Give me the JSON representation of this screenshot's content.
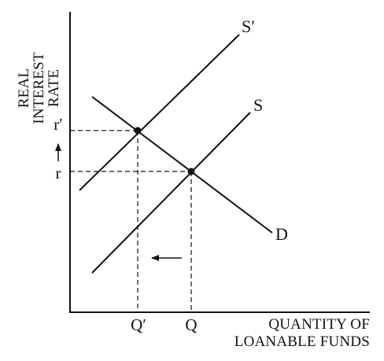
{
  "axes": {
    "y_title": [
      "REAL",
      "INTEREST",
      "RATE"
    ],
    "x_title": [
      "QUANTITY OF",
      "LOANABLE FUNDS"
    ]
  },
  "ticks": {
    "r_prime": "r′",
    "r": "r",
    "q_prime": "Q′",
    "q": "Q"
  },
  "curves": {
    "supply_shifted": "S′",
    "supply": "S",
    "demand": "D"
  }
}
